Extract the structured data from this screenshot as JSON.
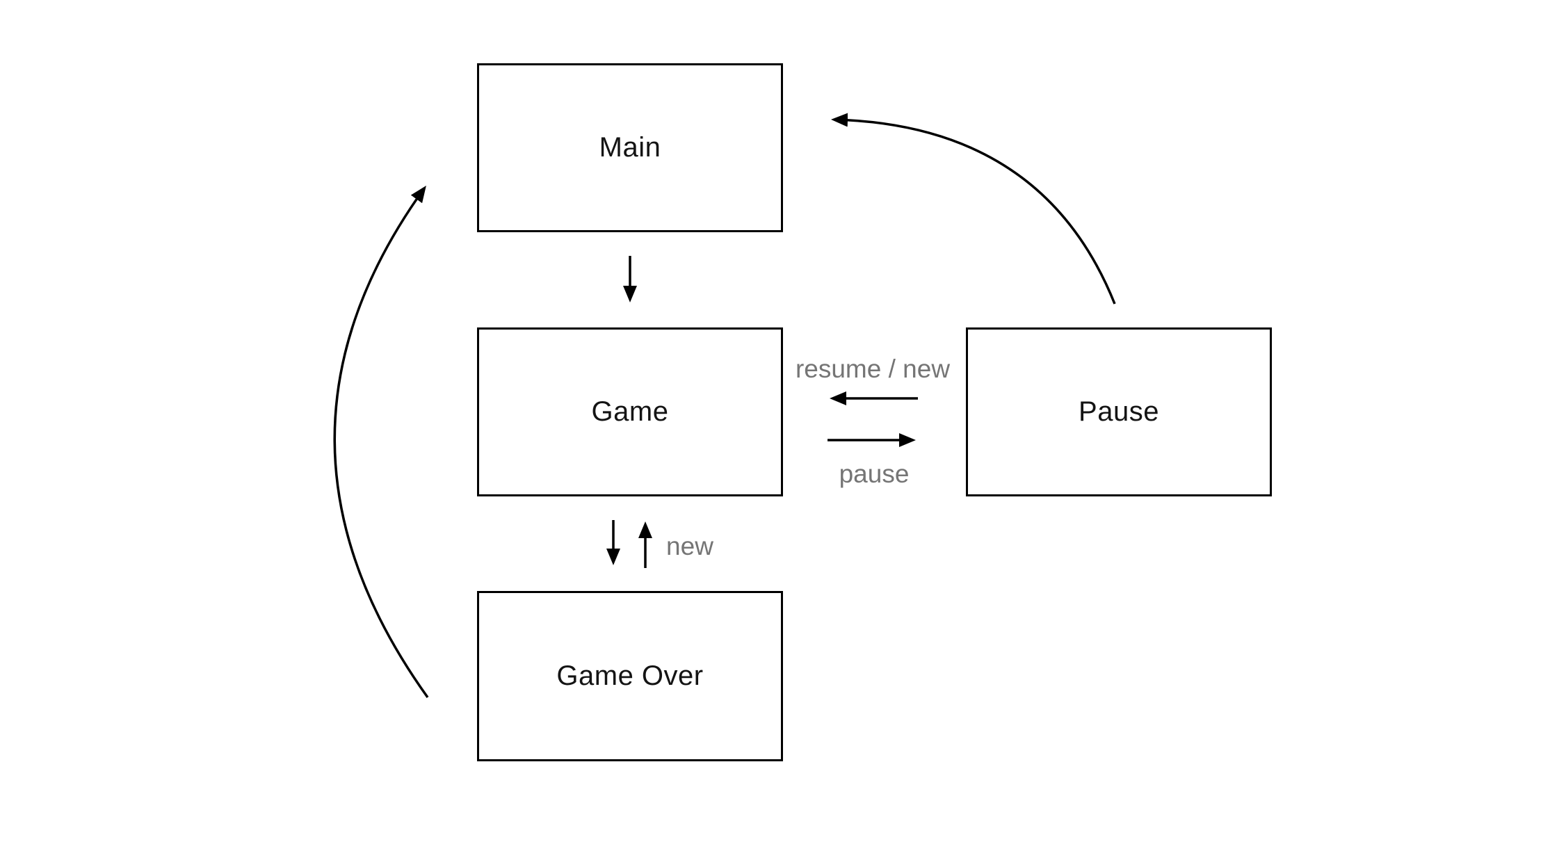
{
  "diagram": {
    "type": "state-diagram",
    "background_color": "#ffffff",
    "stroke_color": "#000000",
    "node_label_color": "#141414",
    "edge_label_color": "#757575",
    "nodes": [
      {
        "id": "main",
        "label": "Main"
      },
      {
        "id": "game",
        "label": "Game"
      },
      {
        "id": "pause",
        "label": "Pause"
      },
      {
        "id": "game-over",
        "label": "Game Over"
      }
    ],
    "edges": [
      {
        "from": "main",
        "to": "game",
        "label": ""
      },
      {
        "from": "pause",
        "to": "game",
        "label": "resume / new"
      },
      {
        "from": "game",
        "to": "pause",
        "label": "pause"
      },
      {
        "from": "game",
        "to": "game-over",
        "label": ""
      },
      {
        "from": "game-over",
        "to": "game",
        "label": "new"
      },
      {
        "from": "game-over",
        "to": "main",
        "label": ""
      },
      {
        "from": "pause",
        "to": "main",
        "label": ""
      }
    ]
  }
}
